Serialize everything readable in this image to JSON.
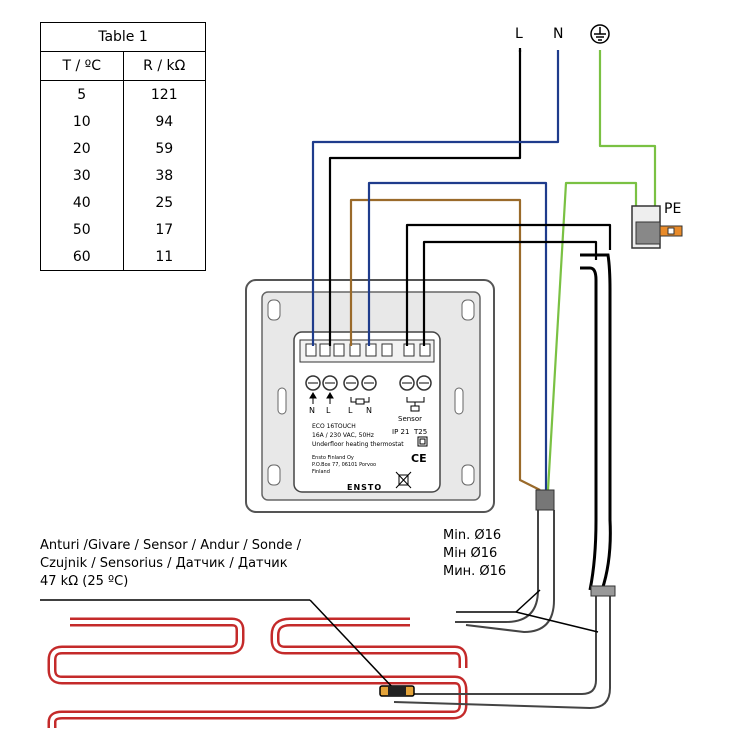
{
  "table": {
    "title": "Table 1",
    "headers": [
      "T / ºC",
      "R / kΩ"
    ],
    "rows": [
      [
        "5",
        "121"
      ],
      [
        "10",
        "94"
      ],
      [
        "20",
        "59"
      ],
      [
        "30",
        "38"
      ],
      [
        "40",
        "25"
      ],
      [
        "50",
        "17"
      ],
      [
        "60",
        "11"
      ]
    ]
  },
  "supply": {
    "l_label": "L",
    "n_label": "N",
    "earth_icon": "earth-ground-icon",
    "pe_label": "PE"
  },
  "thermostat": {
    "terminal_labels": [
      "N",
      "L",
      "L",
      "N"
    ],
    "sensor_label": "Sensor",
    "model": "ECO 16TOUCH",
    "rating": "16A / 230 VAC, 50Hz",
    "description": "Underfloor heating thermostat",
    "ip": "IP 21",
    "temp_class": "T25",
    "maker_line1": "Ensto Finland Oy",
    "maker_line2": "P.O.Box 77, 06101 Porvoo",
    "maker_line3": "Finland",
    "ce": "CE",
    "brand": "ENSTO"
  },
  "conduit": {
    "line1": "Min. Ø16",
    "line2": "Мін Ø16",
    "line3": "Мин. Ø16"
  },
  "sensor_note": {
    "line1": "Anturi /Givare / Sensor / Andur / Sonde /",
    "line2": "Czujnik / Sensorius / Датчик / Датчик",
    "line3": "47 kΩ (25 ºC)"
  },
  "colors": {
    "live_wire": "#000000",
    "neutral_wire": "#1f3c8c",
    "earth_wire": "#7ac143",
    "brown_wire": "#9a6a2a",
    "heating_cable": "#c42a2a",
    "conduit": "#555555"
  }
}
